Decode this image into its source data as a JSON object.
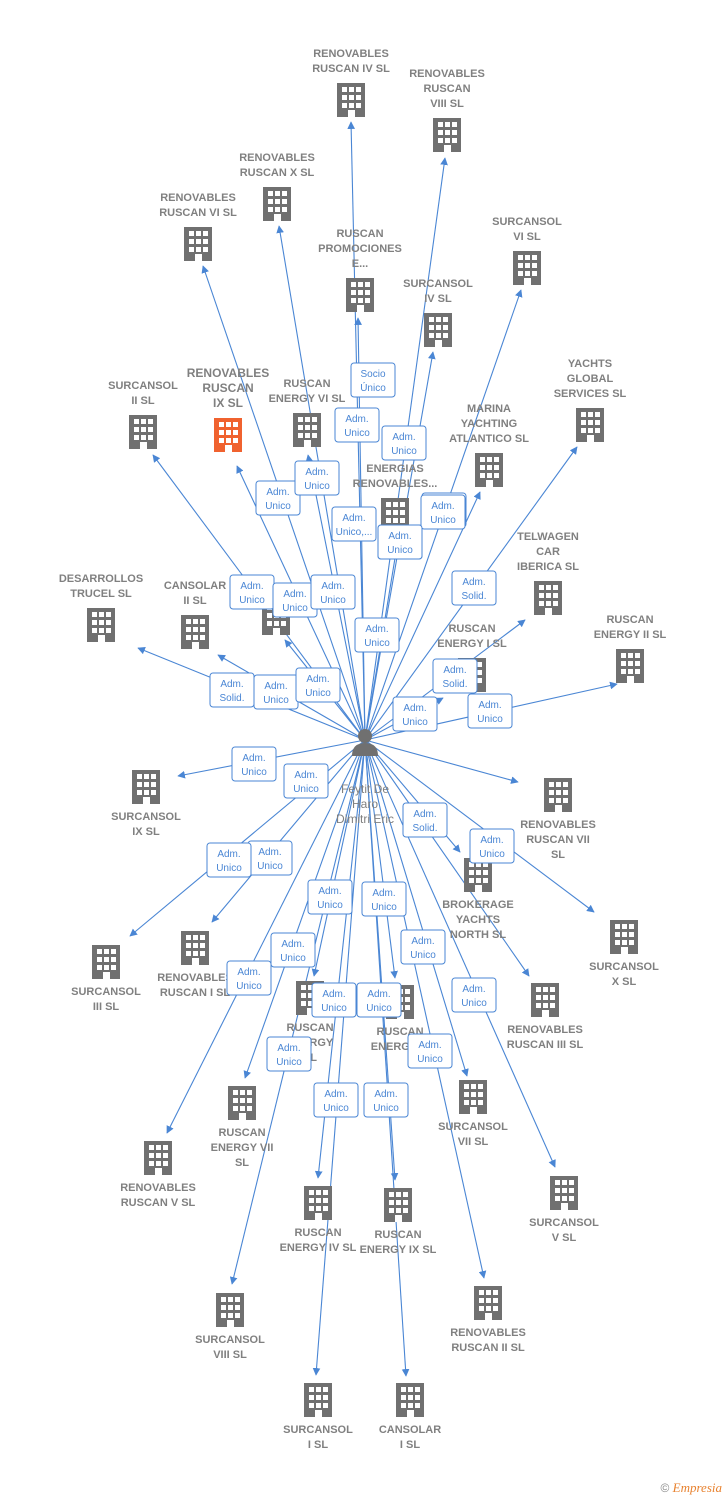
{
  "person": {
    "lines": [
      "Feytit De",
      "Haro",
      "Dimitri Eric"
    ]
  },
  "colors": {
    "edge": "#4a86d4",
    "building": "#707070",
    "highlight": "#f0622f",
    "label": "#808080"
  },
  "icons": {
    "building": "building-icon",
    "person": "person-icon"
  },
  "companies": [
    {
      "id": "renovables-ruscan-iv",
      "lines": [
        "RENOVABLES",
        "RUSCAN IV  SL"
      ]
    },
    {
      "id": "renovables-ruscan-viii",
      "lines": [
        "RENOVABLES",
        "RUSCAN",
        "VIII  SL"
      ]
    },
    {
      "id": "renovables-ruscan-x",
      "lines": [
        "RENOVABLES",
        "RUSCAN X  SL"
      ]
    },
    {
      "id": "renovables-ruscan-vi",
      "lines": [
        "RENOVABLES",
        "RUSCAN VI  SL"
      ]
    },
    {
      "id": "surcansol-vi",
      "lines": [
        "SURCANSOL",
        "VI  SL"
      ]
    },
    {
      "id": "ruscan-promociones",
      "lines": [
        "RUSCAN",
        "PROMOCIONES",
        "E..."
      ]
    },
    {
      "id": "surcansol-iv",
      "lines": [
        "SURCANSOL",
        "IV  SL"
      ]
    },
    {
      "id": "yachts-global-services",
      "lines": [
        "YACHTS",
        "GLOBAL",
        "SERVICES  SL"
      ]
    },
    {
      "id": "renovables-ruscan-ix",
      "lines": [
        "RENOVABLES",
        "RUSCAN",
        "IX  SL"
      ],
      "highlight": true
    },
    {
      "id": "surcansol-ii",
      "lines": [
        "SURCANSOL",
        "II  SL"
      ]
    },
    {
      "id": "ruscan-energy-vi",
      "lines": [
        "RUSCAN",
        "ENERGY VI  SL"
      ]
    },
    {
      "id": "marina-yachting-atlantico",
      "lines": [
        "MARINA",
        "YACHTING",
        "ATLANTICO  SL"
      ]
    },
    {
      "id": "ruscan-energias-renovables",
      "lines": [
        "RU...",
        "ENERGIAS",
        "RENOVABLES..."
      ]
    },
    {
      "id": "telwagen-car-iberica",
      "lines": [
        "TELWAGEN",
        "CAR",
        "IBERICA  SL"
      ]
    },
    {
      "id": "desarrollos-trucel",
      "lines": [
        "DESARROLLOS",
        "TRUCEL  SL"
      ]
    },
    {
      "id": "cansolar-ii",
      "lines": [
        "CANSOLAR",
        "II  SL"
      ]
    },
    {
      "id": "ruscan-ruscan",
      "lines": [
        "RUSCAN"
      ]
    },
    {
      "id": "ruscan-energy-ii",
      "lines": [
        "RUSCAN",
        "ENERGY II  SL"
      ]
    },
    {
      "id": "ruscan-energy-i",
      "lines": [
        "RUSCAN",
        "ENERGY I  SL"
      ]
    },
    {
      "id": "surcansol-ix",
      "lines": [
        "SURCANSOL",
        "IX  SL"
      ]
    },
    {
      "id": "renovables-ruscan-vii",
      "lines": [
        "RENOVABLES",
        "RUSCAN VII",
        "SL"
      ]
    },
    {
      "id": "brokerage-yachts-north",
      "lines": [
        "BROKERAGE",
        "YACHTS",
        "NORTH  SL"
      ]
    },
    {
      "id": "surcansol-x",
      "lines": [
        "SURCANSOL",
        "X  SL"
      ]
    },
    {
      "id": "surcansol-iii",
      "lines": [
        "SURCANSOL",
        "III  SL"
      ]
    },
    {
      "id": "renovables-ruscan-i",
      "lines": [
        "RENOVABLES",
        "RUSCAN I  SL"
      ]
    },
    {
      "id": "ruscan-energy-center",
      "lines": [
        "RUSCAN",
        "ENERGY",
        "SL"
      ]
    },
    {
      "id": "ruscan-energy-center2",
      "lines": [
        "RUSCAN",
        "ENERGY ..."
      ]
    },
    {
      "id": "renovables-ruscan-iii",
      "lines": [
        "RENOVABLES",
        "RUSCAN III  SL"
      ]
    },
    {
      "id": "ruscan-energy-vii",
      "lines": [
        "RUSCAN",
        "ENERGY VII",
        "SL"
      ]
    },
    {
      "id": "surcansol-vii",
      "lines": [
        "SURCANSOL",
        "VII  SL"
      ]
    },
    {
      "id": "renovables-ruscan-v",
      "lines": [
        "RENOVABLES",
        "RUSCAN V  SL"
      ]
    },
    {
      "id": "surcansol-v",
      "lines": [
        "SURCANSOL",
        "V  SL"
      ]
    },
    {
      "id": "ruscan-energy-iv",
      "lines": [
        "RUSCAN",
        "ENERGY IV  SL"
      ]
    },
    {
      "id": "ruscan-energy-ix",
      "lines": [
        "RUSCAN",
        "ENERGY IX  SL"
      ]
    },
    {
      "id": "surcansol-viii",
      "lines": [
        "SURCANSOL",
        "VIII  SL"
      ]
    },
    {
      "id": "renovables-ruscan-ii",
      "lines": [
        "RENOVABLES",
        "RUSCAN II  SL"
      ]
    },
    {
      "id": "surcansol-i",
      "lines": [
        "SURCANSOL",
        "I  SL"
      ]
    },
    {
      "id": "cansolar-i",
      "lines": [
        "CANSOLAR",
        "I  SL"
      ]
    }
  ],
  "relations": [
    {
      "target": "renovables-ruscan-iv",
      "lines": [
        "Adm.",
        "Unico"
      ]
    },
    {
      "target": "renovables-ruscan-viii",
      "lines": [
        "Adm.",
        "Unico"
      ]
    },
    {
      "target": "renovables-ruscan-x",
      "lines": [
        "Adm.",
        "Unico"
      ]
    },
    {
      "target": "renovables-ruscan-vi",
      "lines": [
        "Adm.",
        "Unico"
      ]
    },
    {
      "target": "surcansol-vi",
      "lines": [
        "Adm.",
        "Unico"
      ]
    },
    {
      "target": "ruscan-promociones",
      "lines": [
        "Socio",
        "Único"
      ]
    },
    {
      "target": "surcansol-iv",
      "lines": [
        "Adm.",
        "Unico"
      ]
    },
    {
      "target": "yachts-global-services",
      "lines": [
        "Adm.",
        "Solid."
      ]
    },
    {
      "target": "renovables-ruscan-ix",
      "lines": [
        "Adm.",
        "Unico"
      ]
    },
    {
      "target": "surcansol-ii",
      "lines": [
        "Adm.",
        "Unico"
      ]
    },
    {
      "target": "ruscan-energy-vi",
      "lines": [
        "Adm.",
        "Unico,..."
      ]
    },
    {
      "target": "marina-yachting-atlantico",
      "lines": [
        "Adm.",
        "Unico"
      ]
    },
    {
      "target": "ruscan-energias-renovables",
      "lines": [
        "Adm.",
        "Unico"
      ]
    },
    {
      "target": "telwagen-car-iberica",
      "lines": [
        "Adm.",
        "Solid."
      ]
    },
    {
      "target": "desarrollos-trucel",
      "lines": [
        "Adm.",
        "Solid."
      ]
    },
    {
      "target": "cansolar-ii",
      "lines": [
        "Adm.",
        "Unico"
      ]
    },
    {
      "target": "ruscan-ruscan",
      "lines": [
        "Adm.",
        "Unico"
      ]
    },
    {
      "target": "ruscan-energy-ii",
      "lines": [
        "Adm.",
        "Unico"
      ]
    },
    {
      "target": "ruscan-energy-i",
      "lines": [
        "Adm.",
        "Unico"
      ]
    },
    {
      "target": "surcansol-ix",
      "lines": [
        "Adm.",
        "Unico"
      ]
    },
    {
      "target": "renovables-ruscan-vii",
      "lines": [
        "Adm.",
        "Unico"
      ]
    },
    {
      "target": "brokerage-yachts-north",
      "lines": [
        "Adm.",
        "Solid."
      ]
    },
    {
      "target": "surcansol-x",
      "lines": [
        "Adm.",
        "Unico"
      ]
    },
    {
      "target": "surcansol-iii",
      "lines": [
        "Adm.",
        "Unico"
      ]
    },
    {
      "target": "renovables-ruscan-i",
      "lines": [
        "Adm.",
        "Unico"
      ]
    },
    {
      "target": "ruscan-energy-center",
      "lines": [
        "Adm.",
        "Unico"
      ]
    },
    {
      "target": "ruscan-energy-center2",
      "lines": [
        "Adm.",
        "Unico"
      ]
    },
    {
      "target": "renovables-ruscan-iii",
      "lines": [
        "Adm.",
        "Unico"
      ]
    },
    {
      "target": "ruscan-energy-vii",
      "lines": [
        "Adm.",
        "Unico"
      ]
    },
    {
      "target": "surcansol-vii",
      "lines": [
        "Adm.",
        "Unico"
      ]
    },
    {
      "target": "renovables-ruscan-v",
      "lines": [
        "Adm.",
        "Unico"
      ]
    },
    {
      "target": "surcansol-v",
      "lines": [
        "Adm.",
        "Unico"
      ]
    },
    {
      "target": "ruscan-energy-iv",
      "lines": [
        "Adm.",
        "Unico"
      ]
    },
    {
      "target": "ruscan-energy-ix",
      "lines": [
        "Adm.",
        "Unico"
      ]
    },
    {
      "target": "surcansol-viii",
      "lines": [
        "Adm.",
        "Unico"
      ]
    },
    {
      "target": "renovables-ruscan-ii",
      "lines": [
        "Adm.",
        "Unico"
      ]
    },
    {
      "target": "surcansol-i",
      "lines": [
        "Adm.",
        "Unico"
      ]
    },
    {
      "target": "cansolar-i",
      "lines": [
        "Adm.",
        "Unico"
      ]
    },
    {
      "target": "ruscan-energy-vi",
      "lines": [
        "Adm.",
        "Unico"
      ]
    }
  ],
  "footer": {
    "copyright": "©",
    "brand": "Empresia"
  }
}
